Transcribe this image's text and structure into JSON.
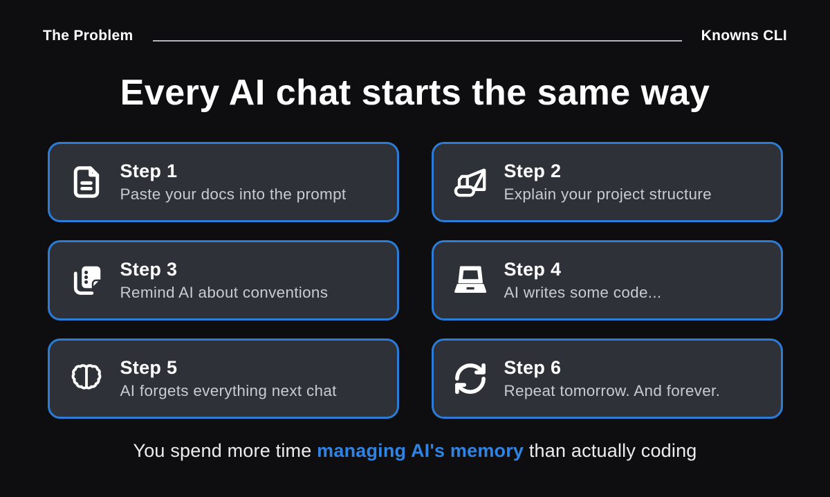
{
  "header": {
    "left_label": "The Problem",
    "right_label": "Knowns CLI"
  },
  "title": "Every AI chat starts the same way",
  "steps": [
    {
      "label": "Step 1",
      "description": "Paste your docs into the prompt",
      "icon": "document-icon"
    },
    {
      "label": "Step 2",
      "description": "Explain your project structure",
      "icon": "bulldozer-icon"
    },
    {
      "label": "Step 3",
      "description": "Remind AI about conventions",
      "icon": "sticky-note-icon"
    },
    {
      "label": "Step 4",
      "description": "AI writes some code...",
      "icon": "laptop-icon"
    },
    {
      "label": "Step 5",
      "description": "AI forgets everything next chat",
      "icon": "brain-icon"
    },
    {
      "label": "Step 6",
      "description": "Repeat tomorrow. And forever.",
      "icon": "repeat-icon"
    }
  ],
  "footer": {
    "prefix": "You spend more time ",
    "highlight": "managing AI's memory",
    "suffix": " than actually coding"
  },
  "colors": {
    "background": "#0e0e10",
    "card_background": "#2e3238",
    "card_border": "#2b7dd8",
    "highlight_blue": "#2f83e3",
    "muted_text": "#c7ccd2"
  }
}
